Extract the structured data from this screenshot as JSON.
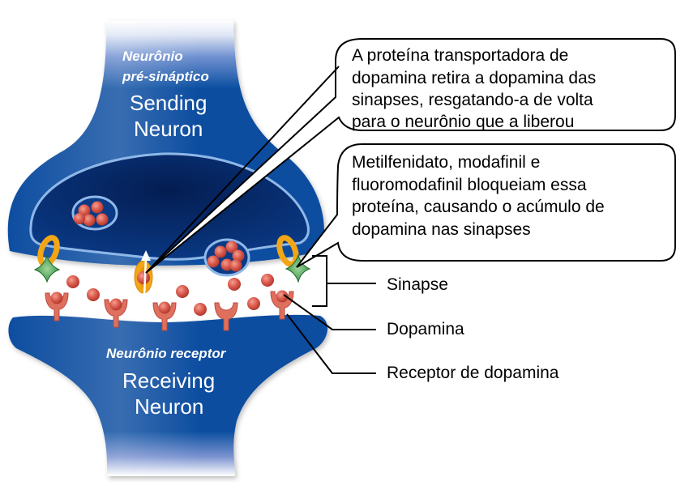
{
  "diagram": {
    "title": "Dopamine transporter at the synapse",
    "colors": {
      "neuron_blue": "#0a4ea0",
      "neuron_dark": "#062a66",
      "membrane_light": "#8fb8e8",
      "dopamine": "#d9574a",
      "receptor": "#e0705e",
      "transporter": "#f2a616",
      "blocker": "#3c9a4a",
      "line": "#000000"
    },
    "presynaptic": {
      "title_line1": "Neurônio",
      "title_line2": "pré-sináptico",
      "en_line1": "Sending",
      "en_line2": "Neuron"
    },
    "postsynaptic": {
      "title": "Neurônio receptor",
      "en_line1": "Receiving",
      "en_line2": "Neuron"
    },
    "callouts": [
      {
        "id": "transporter",
        "lines": [
          "A proteína transportadora de",
          "dopamina retira a dopamina das",
          "sinapses, resgatando-a de volta",
          "para o neurônio que a liberou"
        ]
      },
      {
        "id": "blockers",
        "lines": [
          "Metilfenidato, modafinil e",
          "fluoromodafinil bloqueiam essa",
          "proteína, causando o acúmulo de",
          "dopamina nas sinapses"
        ]
      }
    ],
    "labels": {
      "synapse": "Sinapse",
      "dopamine": "Dopamina",
      "receptor": "Receptor de dopamina"
    }
  }
}
